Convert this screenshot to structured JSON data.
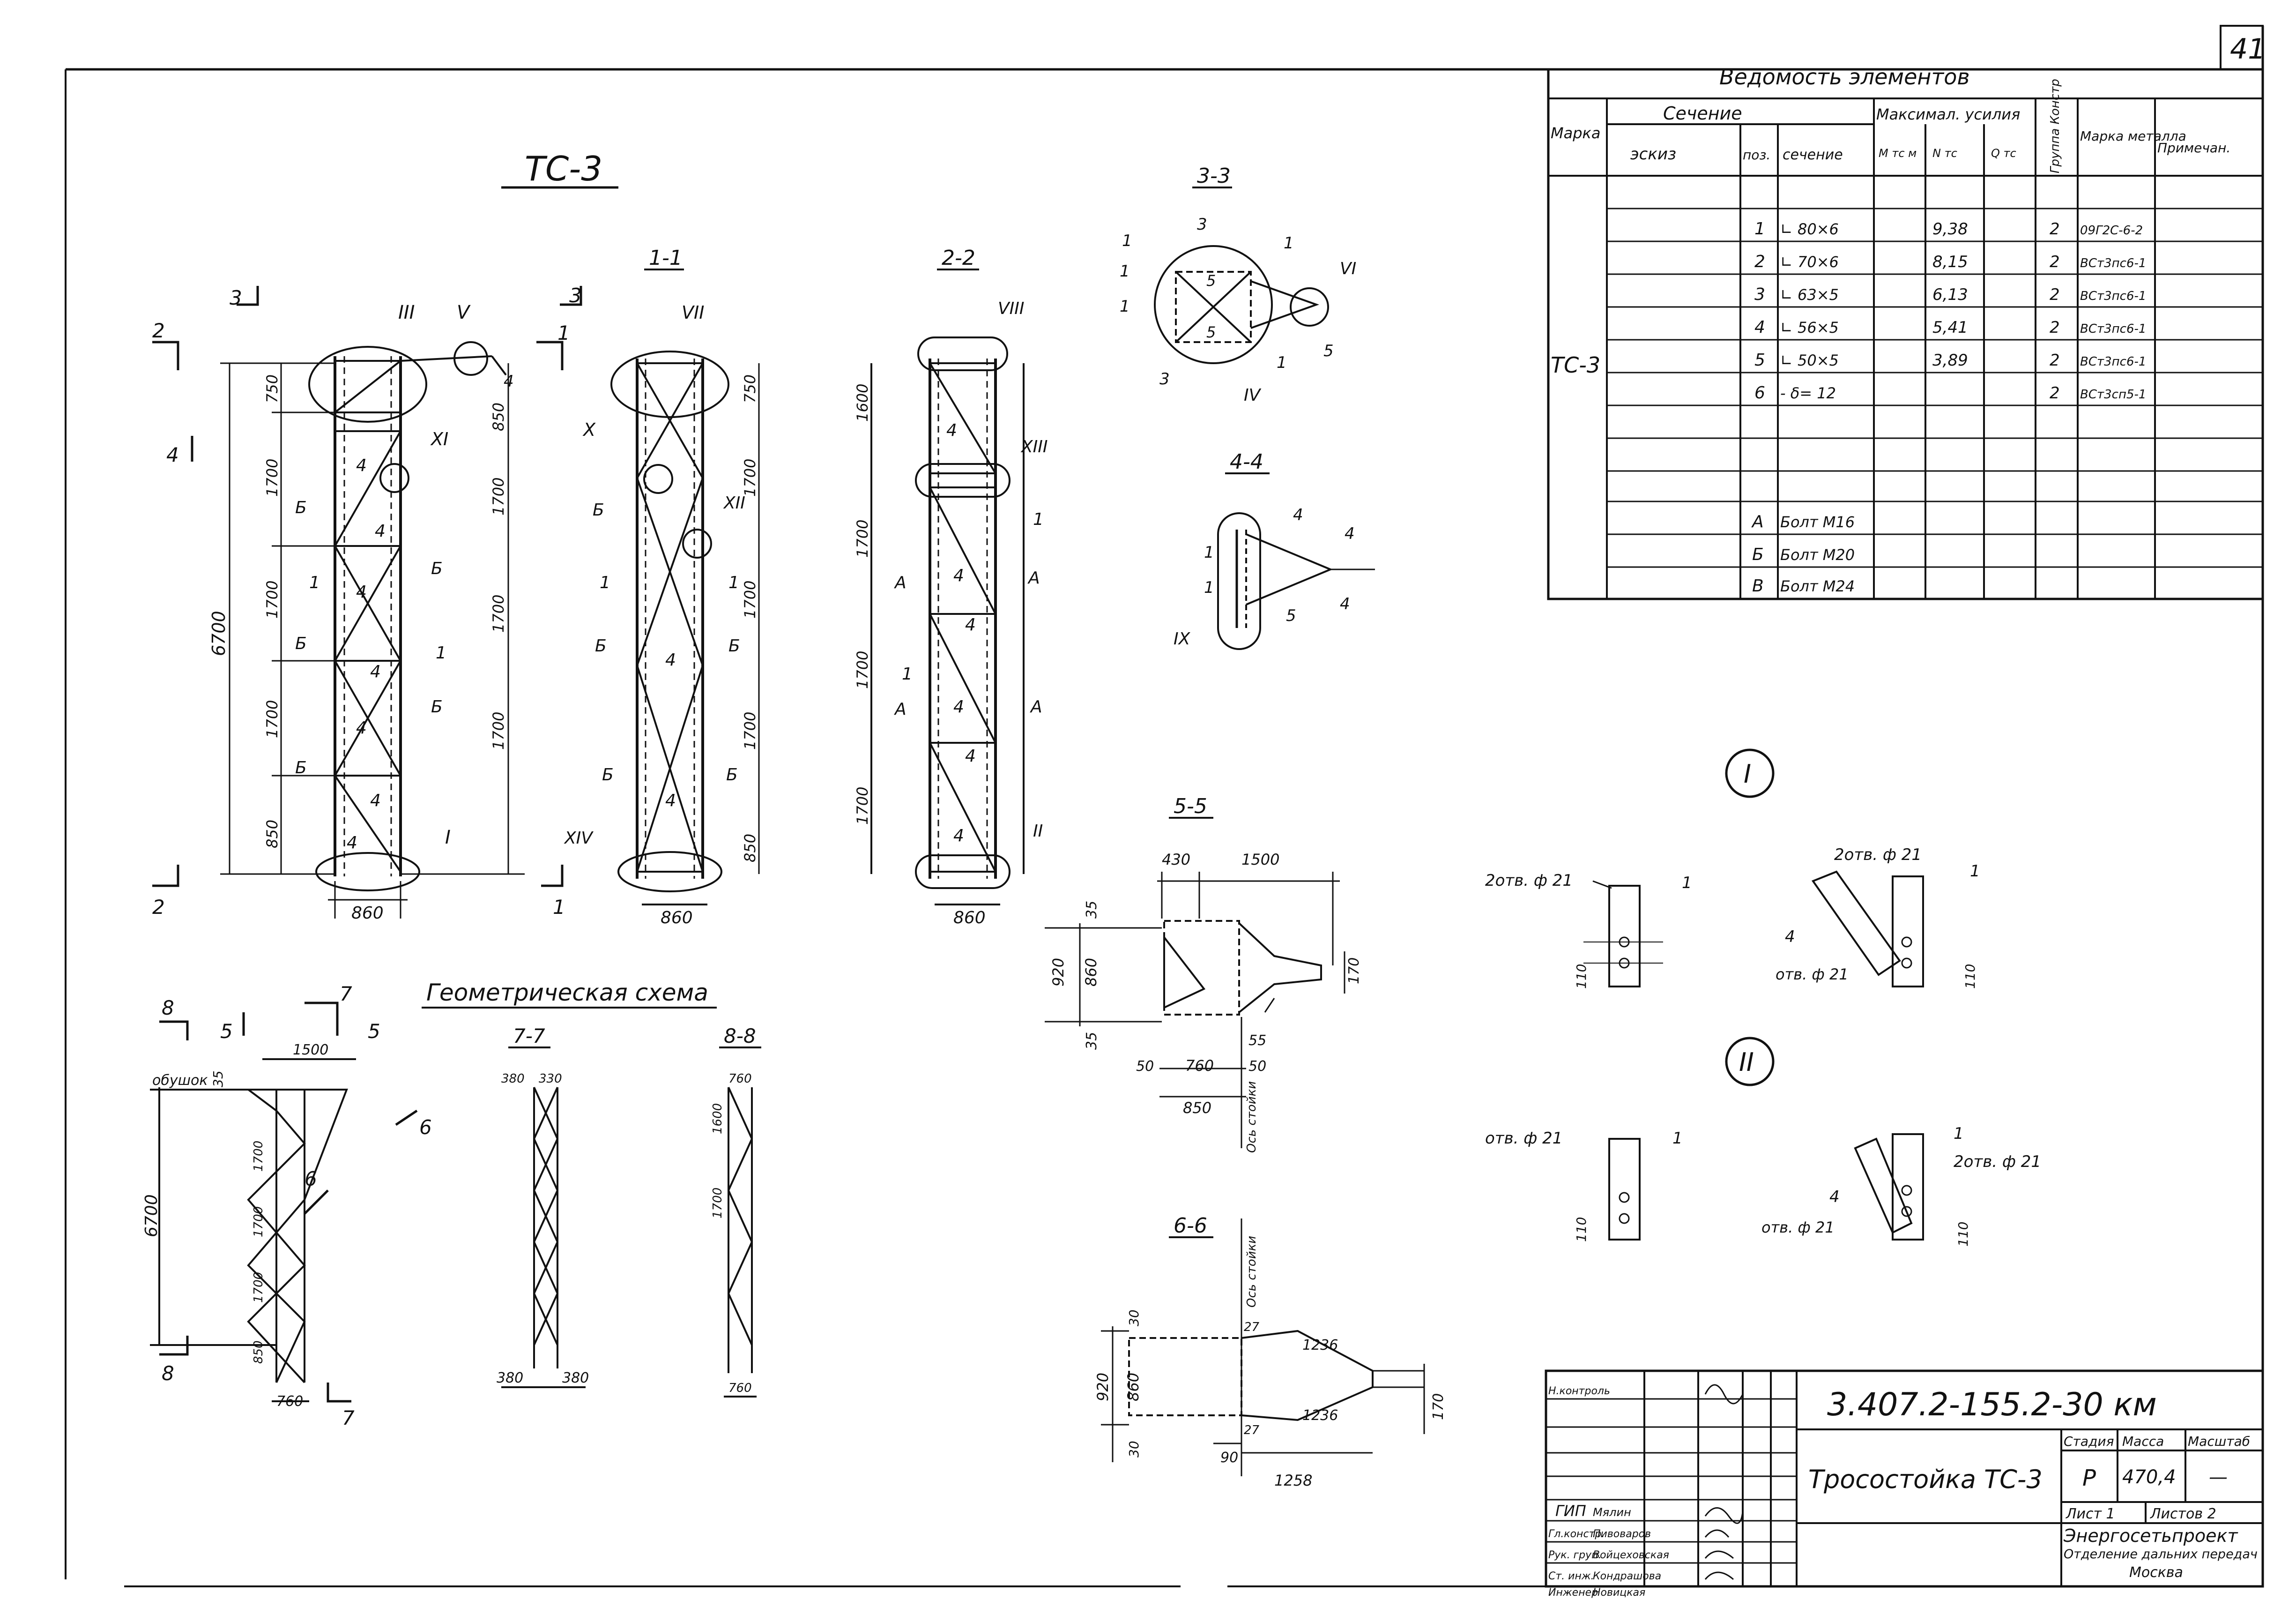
{
  "sheet": {
    "number": "41"
  },
  "drawing": {
    "title": "ТС-3",
    "sections": [
      "1-1",
      "2-2",
      "3-3",
      "4-4",
      "5-5",
      "6-6",
      "7-7",
      "8-8"
    ],
    "geom_title": "Геометрическая схема",
    "view_markers": {
      "s1": "1",
      "s2": "2",
      "s3": "3",
      "s4": "4",
      "s5": "5",
      "s6": "6",
      "s7": "7",
      "s8": "8"
    },
    "dims": {
      "total": "6700",
      "top": "750",
      "mid": "1700",
      "bottom": "850",
      "width": "860",
      "b1600": "1600",
      "b1500": "1500",
      "b430": "430",
      "b330": "330",
      "b35": "35",
      "b760": "760",
      "b50": "50",
      "b850": "850",
      "b920": "920",
      "b30": "30",
      "b90": "90",
      "b1258": "1258",
      "b1236": "1236",
      "b170": "170",
      "b27": "27",
      "b55": "55",
      "b110": "110",
      "b380": "380"
    },
    "labels": {
      "pos1": "1",
      "pos4": "4",
      "pos5": "5",
      "posB": "Б",
      "posA": "А",
      "obush": "обушок",
      "axis": "Ось стойки",
      "hole2": "2отв. ф 21",
      "hole1": "отв. ф 21",
      "node1": "I",
      "node2": "II"
    },
    "nodes": [
      "I",
      "II",
      "III",
      "IV",
      "V",
      "VI",
      "VII",
      "VIII",
      "IX",
      "X",
      "XI",
      "XII",
      "XIII",
      "XIV"
    ]
  },
  "spec": {
    "title": "Ведомость элементов",
    "headers": {
      "marka": "Марка",
      "sechenie": "Сечение",
      "eskiz": "эскиз",
      "poz": "поз.",
      "sech": "сечение",
      "max": "Максимал. усилия",
      "m": "M тс м",
      "n": "N тс",
      "q": "Q тс",
      "group": "Группа Констр",
      "metal": "Марка металла",
      "note": "Примечан."
    },
    "mark": "ТС-3",
    "rows": [
      {
        "poz": "1",
        "sech": "∟ 80×6",
        "n": "9,38",
        "group": "2",
        "metal": "09Г2С-6-2"
      },
      {
        "poz": "2",
        "sech": "∟ 70×6",
        "n": "8,15",
        "group": "2",
        "metal": "ВСт3пс6-1"
      },
      {
        "poz": "3",
        "sech": "∟ 63×5",
        "n": "6,13",
        "group": "2",
        "metal": "ВСт3пс6-1"
      },
      {
        "poz": "4",
        "sech": "∟ 56×5",
        "n": "5,41",
        "group": "2",
        "metal": "ВСт3пс6-1"
      },
      {
        "poz": "5",
        "sech": "∟ 50×5",
        "n": "3,89",
        "group": "2",
        "metal": "ВСт3пс6-1"
      },
      {
        "poz": "6",
        "sech": "- δ= 12",
        "n": "",
        "group": "2",
        "metal": "ВСт3сп5-1"
      }
    ],
    "bolts": [
      {
        "poz": "А",
        "sech": "Болт М16"
      },
      {
        "poz": "Б",
        "sech": "Болт М20"
      },
      {
        "poz": "В",
        "sech": "Болт М24"
      }
    ]
  },
  "title_block": {
    "code": "3.407.2-155.2-30 км",
    "name": "Тросостойка ТС-3",
    "stage_h": "Стадия",
    "mass_h": "Масса",
    "scale_h": "Масштаб",
    "stage": "Р",
    "mass": "470,4",
    "scale": "—",
    "sheet": "Лист 1",
    "sheets": "Листов 2",
    "org1": "Энергосетьпроект",
    "org2": "Отделение дальних передач",
    "city": "Москва",
    "people": [
      {
        "role": "Н.контроль",
        "name": ""
      },
      {
        "role": "ГИП",
        "name": "Мялин"
      },
      {
        "role": "Гл.констр.",
        "name": "Пивоваров"
      },
      {
        "role": "Рук. груп.",
        "name": "Войцеховская"
      },
      {
        "role": "Ст. инж.",
        "name": "Кондрашова"
      },
      {
        "role": "Инженер",
        "name": "Новицкая"
      }
    ]
  }
}
